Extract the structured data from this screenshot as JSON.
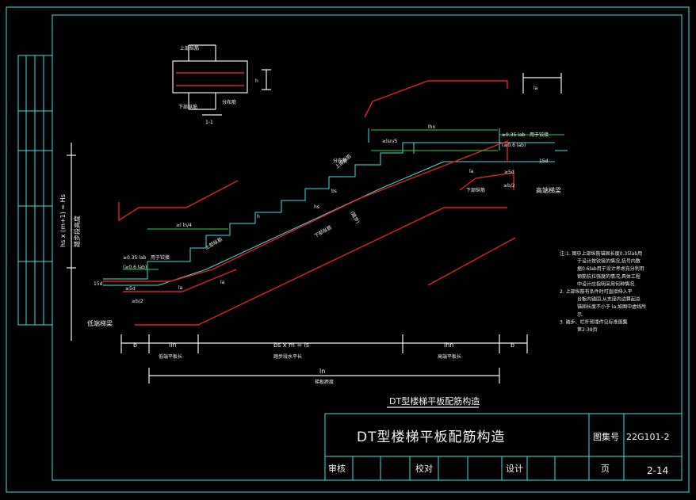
{
  "drawing": {
    "caption": "DT型楼梯平板配筋构造",
    "section_label": "1-1",
    "section_upper_rebar": "上部纵筋",
    "section_lower_rebar": "下部纵筋",
    "section_dist_rebar": "分布筋",
    "section_h": "h",
    "height_label_main": "hs x (m+1) = Hs",
    "height_label_sub": "踏步段高度",
    "low_beam": "低端梯梁",
    "high_beam": "高端梯梁",
    "anchor_low": "≥0.35 lab",
    "anchor_low_note": "用于铰接",
    "anchor_low_alt": "(≥0.6 lab)",
    "anchor_high": "≥0.35 lab",
    "anchor_high_note": "用于铰接",
    "anchor_high_alt": "(≥0.6 lab)",
    "ge_b2_low": "≥b/2",
    "ge_b2_high": "≥b/2",
    "d15_low": "15d",
    "d15_high": "15d",
    "ge5d_low": "≥5d",
    "ge5d_high": "≥5d",
    "lln4": "≥l ln/4",
    "lsn5": "≥lsn/5",
    "lhn": "lhn",
    "la_top": "la",
    "la_low": "la",
    "la_mid": "la",
    "la_high": "la",
    "upper_rebar_low": "上部纵筋",
    "lower_rebar_mid": "下部纵筋",
    "lower_rebar_high": "下部纵筋",
    "upper_rebar_high": "上部纵筋",
    "dist_rebar": "分布筋",
    "thickness": "h",
    "slab_label": "(踏步)",
    "bs": "bs",
    "hs": "hs",
    "dim_b_left": "b",
    "dim_lln": "lln",
    "dim_bs_m": "bs x m = ls",
    "dim_lhn": "lhn",
    "dim_b_right": "b",
    "dim_lln_desc": "低端平板长",
    "dim_ls_desc": "踏步段水平长",
    "dim_lhn_desc": "高端平板长",
    "dim_ln": "ln",
    "dim_ln_desc": "梯板跨度"
  },
  "notes": [
    "注:1. 图中上部纵筋锚固长度0.35lab用",
    "于设计按铰接的情况,括号内数",
    "据0.6lab用于设计考虑充分利用",
    "钢筋抗拉强度的情况,具体工程",
    "中设计应指明采用何种情况.",
    "2. 上部纵筋有条件时可直接伸入平",
    "台板内锚固,从支座内边算起总",
    "锚固长度不小于 la,如图中虚线所",
    "示.",
    "3. 踏步、栏杆预埋件见标准图集",
    "第2-39页"
  ],
  "title_block": {
    "title": "DT型楼梯平板配筋构造",
    "atlas_label": "图集号",
    "atlas_no": "22G101-2",
    "review": "审核",
    "check": "校对",
    "design": "设计",
    "page_label": "页",
    "page_no": "2-14"
  },
  "colors": {
    "frame": "#3fe0e0",
    "rebar": "#e02020",
    "text": "#f0f0f0",
    "dim": "#30d040"
  }
}
